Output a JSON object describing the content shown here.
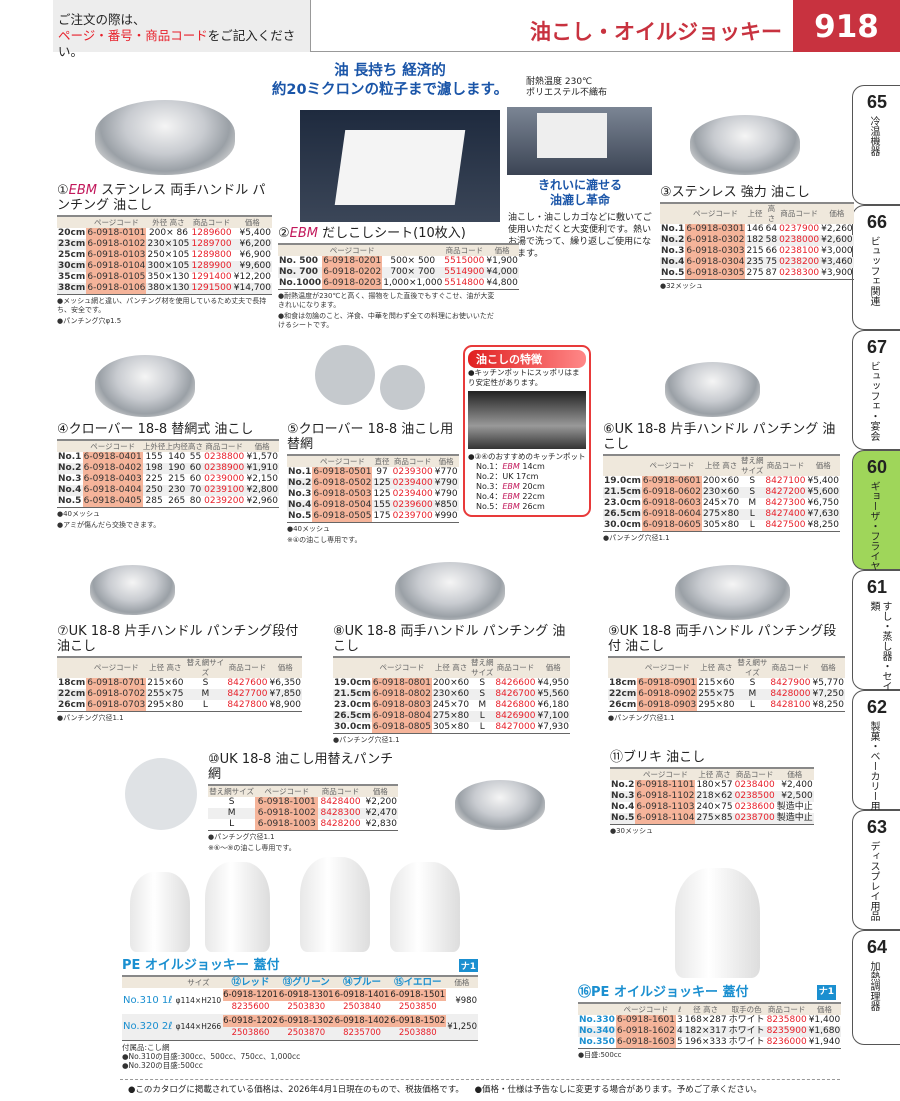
{
  "header": {
    "note_line1": "ご注文の際は、",
    "note_red": "ページ・番号・商品コード",
    "note_tail": "をご記入ください。",
    "title": "油こし・オイルジョッキー",
    "page_number": "918"
  },
  "side_tabs": [
    {
      "num": "65",
      "label": "冷温機器"
    },
    {
      "num": "66",
      "label": "ビュッフェ関連"
    },
    {
      "num": "67",
      "label": "ビュッフェ・宴会"
    },
    {
      "num": "60",
      "label": "ギョーザ・フライヤー"
    },
    {
      "num": "61",
      "label": "すし・蒸し器・セイロ類"
    },
    {
      "num": "62",
      "label": "製菓・ベーカリー用品"
    },
    {
      "num": "63",
      "label": "ディスプレイ用品"
    },
    {
      "num": "64",
      "label": "加熱調理器"
    }
  ],
  "active_tab": "60",
  "promo": {
    "headline1": "油 長持ち 経済的",
    "headline2": "約20ミクロンの粒子まで濾します。",
    "spec1": "耐熱温度 230℃",
    "spec2": "ポリエステル不織布",
    "caption1": "きれいに漉せる",
    "caption2": "油漉し革命",
    "body": "油こし・油こしカゴなどに敷いてご使用いただくと大変便利です。熱いお湯で洗って、繰り返しご使用になれます。"
  },
  "feature": {
    "title": "油こしの特徴",
    "text1": "●キッチンポットにスッポリはまり安定性があります。",
    "text2": "●③④のおすすめのキッチンポット",
    "items": [
      {
        "no": "No.1：",
        "brand": "EBM",
        "size": "14cm"
      },
      {
        "no": "No.2：",
        "brand": "",
        "size": "UK 17cm"
      },
      {
        "no": "No.3：",
        "brand": "EBM",
        "size": "20cm"
      },
      {
        "no": "No.4：",
        "brand": "EBM",
        "size": "22cm"
      },
      {
        "no": "No.5：",
        "brand": "EBM",
        "size": "26cm"
      }
    ]
  },
  "sections": [
    {
      "id": "s1",
      "num": "①",
      "brand": "EBM",
      "title": "ステンレス 両手ハンドル パンチング 油こし",
      "columns": [
        "",
        "ページコード",
        "外径 高さ",
        "商品コード",
        "価格"
      ],
      "rows": [
        [
          "20cm",
          "6-0918-0101",
          "200× 86",
          "1289600",
          "¥5,400"
        ],
        [
          "23cm",
          "6-0918-0102",
          "230×105",
          "1289700",
          "¥6,200"
        ],
        [
          "25cm",
          "6-0918-0103",
          "250×105",
          "1289800",
          "¥6,900"
        ],
        [
          "30cm",
          "6-0918-0104",
          "300×105",
          "1289900",
          "¥9,600"
        ],
        [
          "35cm",
          "6-0918-0105",
          "350×130",
          "1291400",
          "¥12,200"
        ],
        [
          "38cm",
          "6-0918-0106",
          "380×130",
          "1291500",
          "¥14,700"
        ]
      ],
      "notes": [
        "●メッシュ網と違い、パンチング材を使用しているため丈夫で長持ち、安全です。",
        "●パンチング穴φ1.5"
      ]
    },
    {
      "id": "s2",
      "num": "②",
      "brand": "EBM",
      "title": "だしこしシート(10枚入)",
      "columns": [
        "",
        "ページコード",
        "",
        "商品コード",
        "価格"
      ],
      "rows": [
        [
          "No. 500",
          "6-0918-0201",
          "500× 500",
          "5515000",
          "¥1,900"
        ],
        [
          "No. 700",
          "6-0918-0202",
          "700× 700",
          "5514900",
          "¥4,000"
        ],
        [
          "No.1000",
          "6-0918-0203",
          "1,000×1,000",
          "5514800",
          "¥4,800"
        ]
      ],
      "notes": [
        "●耐熱温度が230℃と高く、揚物をした直後でもすぐこせ、油が大変きれいになります。",
        "●和食は勿論のこと、洋食、中華を問わず全ての料理にお使いいただけるシートです。"
      ]
    },
    {
      "id": "s3",
      "num": "③",
      "brand": "",
      "title": "ステンレス 強力 油こし",
      "columns": [
        "",
        "ページコード",
        "上径",
        "高さ",
        "商品コード",
        "価格"
      ],
      "rows": [
        [
          "No.1",
          "6-0918-0301",
          "146",
          "64",
          "0237900",
          "¥2,260"
        ],
        [
          "No.2",
          "6-0918-0302",
          "182",
          "58",
          "0238000",
          "¥2,600"
        ],
        [
          "No.3",
          "6-0918-0303",
          "215",
          "66",
          "0238100",
          "¥3,000"
        ],
        [
          "No.4",
          "6-0918-0304",
          "235",
          "75",
          "0238200",
          "¥3,460"
        ],
        [
          "No.5",
          "6-0918-0305",
          "275",
          "87",
          "0238300",
          "¥3,900"
        ]
      ],
      "notes": [
        "●32メッシュ"
      ]
    },
    {
      "id": "s4",
      "num": "④",
      "brand": "",
      "title": "クローバー 18-8 替網式 油こし",
      "columns": [
        "",
        "ページコード",
        "上外径",
        "上内径",
        "高さ",
        "商品コード",
        "価格"
      ],
      "rows": [
        [
          "No.1",
          "6-0918-0401",
          "155",
          "140",
          "55",
          "0238800",
          "¥1,570"
        ],
        [
          "No.2",
          "6-0918-0402",
          "198",
          "190",
          "60",
          "0238900",
          "¥1,910"
        ],
        [
          "No.3",
          "6-0918-0403",
          "225",
          "215",
          "60",
          "0239000",
          "¥2,150"
        ],
        [
          "No.4",
          "6-0918-0404",
          "250",
          "230",
          "70",
          "0239100",
          "¥2,800"
        ],
        [
          "No.5",
          "6-0918-0405",
          "285",
          "265",
          "80",
          "0239200",
          "¥2,960"
        ]
      ],
      "notes": [
        "●40メッシュ",
        "●アミが傷んだら交換できます。"
      ]
    },
    {
      "id": "s5",
      "num": "⑤",
      "brand": "",
      "title": "クローバー 18-8 油こし用 替網",
      "columns": [
        "",
        "ページコード",
        "直径",
        "商品コード",
        "価格"
      ],
      "rows": [
        [
          "No.1",
          "6-0918-0501",
          "97",
          "0239300",
          "¥770"
        ],
        [
          "No.2",
          "6-0918-0502",
          "125",
          "0239400",
          "¥790"
        ],
        [
          "No.3",
          "6-0918-0503",
          "125",
          "0239400",
          "¥790"
        ],
        [
          "No.4",
          "6-0918-0504",
          "155",
          "0239600",
          "¥850"
        ],
        [
          "No.5",
          "6-0918-0505",
          "175",
          "0239700",
          "¥990"
        ]
      ],
      "notes": [
        "●40メッシュ",
        "※④の油こし専用です。"
      ]
    },
    {
      "id": "s6",
      "num": "⑥",
      "brand": "",
      "title": "UK 18-8 片手ハンドル パンチング 油こし",
      "columns": [
        "",
        "ページコード",
        "上径 高さ",
        "替え網サイズ",
        "商品コード",
        "価格"
      ],
      "rows": [
        [
          "19.0cm",
          "6-0918-0601",
          "200×60",
          "S",
          "8427100",
          "¥5,400"
        ],
        [
          "21.5cm",
          "6-0918-0602",
          "230×60",
          "S",
          "8427200",
          "¥5,600"
        ],
        [
          "23.0cm",
          "6-0918-0603",
          "245×70",
          "M",
          "8427300",
          "¥6,750"
        ],
        [
          "26.5cm",
          "6-0918-0604",
          "275×80",
          "L",
          "8427400",
          "¥7,630"
        ],
        [
          "30.0cm",
          "6-0918-0605",
          "305×80",
          "L",
          "8427500",
          "¥8,250"
        ]
      ],
      "notes": [
        "●パンチング穴径1.1"
      ]
    },
    {
      "id": "s7",
      "num": "⑦",
      "brand": "",
      "title": "UK 18-8 片手ハンドル パンチング段付 油こし",
      "columns": [
        "",
        "ページコード",
        "上径 高さ",
        "替え網サイズ",
        "商品コード",
        "価格"
      ],
      "rows": [
        [
          "18cm",
          "6-0918-0701",
          "215×60",
          "S",
          "8427600",
          "¥6,350"
        ],
        [
          "22cm",
          "6-0918-0702",
          "255×75",
          "M",
          "8427700",
          "¥7,850"
        ],
        [
          "26cm",
          "6-0918-0703",
          "295×80",
          "L",
          "8427800",
          "¥8,900"
        ]
      ],
      "notes": [
        "●パンチング穴径1.1"
      ]
    },
    {
      "id": "s8",
      "num": "⑧",
      "brand": "",
      "title": "UK 18-8 両手ハンドル パンチング 油こし",
      "columns": [
        "",
        "ページコード",
        "上径 高さ",
        "替え網サイズ",
        "商品コード",
        "価格"
      ],
      "rows": [
        [
          "19.0cm",
          "6-0918-0801",
          "200×60",
          "S",
          "8426600",
          "¥4,950"
        ],
        [
          "21.5cm",
          "6-0918-0802",
          "230×60",
          "S",
          "8426700",
          "¥5,560"
        ],
        [
          "23.0cm",
          "6-0918-0803",
          "245×70",
          "M",
          "8426800",
          "¥6,180"
        ],
        [
          "26.5cm",
          "6-0918-0804",
          "275×80",
          "L",
          "8426900",
          "¥7,100"
        ],
        [
          "30.0cm",
          "6-0918-0805",
          "305×80",
          "L",
          "8427000",
          "¥7,930"
        ]
      ],
      "notes": [
        "●パンチング穴径1.1"
      ]
    },
    {
      "id": "s9",
      "num": "⑨",
      "brand": "",
      "title": "UK 18-8 両手ハンドル パンチング段付 油こし",
      "columns": [
        "",
        "ページコード",
        "上径 高さ",
        "替え網サイズ",
        "商品コード",
        "価格"
      ],
      "rows": [
        [
          "18cm",
          "6-0918-0901",
          "215×60",
          "S",
          "8427900",
          "¥5,770"
        ],
        [
          "22cm",
          "6-0918-0902",
          "255×75",
          "M",
          "8428000",
          "¥7,250"
        ],
        [
          "26cm",
          "6-0918-0903",
          "295×80",
          "L",
          "8428100",
          "¥8,250"
        ]
      ],
      "notes": [
        "●パンチング穴径1.1"
      ]
    },
    {
      "id": "s10",
      "num": "⑩",
      "brand": "",
      "title": "UK 18-8 油こし用替えパンチ網",
      "columns": [
        "替え網サイズ",
        "ページコード",
        "商品コード",
        "価格"
      ],
      "rows": [
        [
          "S",
          "6-0918-1001",
          "8428400",
          "¥2,200"
        ],
        [
          "M",
          "6-0918-1002",
          "8428300",
          "¥2,470"
        ],
        [
          "L",
          "6-0918-1003",
          "8428200",
          "¥2,830"
        ]
      ],
      "notes": [
        "●パンチング穴径1.1",
        "※⑥～⑨の油こし専用です。"
      ]
    },
    {
      "id": "s11",
      "num": "⑪",
      "brand": "",
      "title": "ブリキ 油こし",
      "columns": [
        "",
        "ページコード",
        "上径 高さ",
        "商品コード",
        "価格"
      ],
      "rows": [
        [
          "No.2",
          "6-0918-1101",
          "180×57",
          "0238400",
          "¥2,400"
        ],
        [
          "No.3",
          "6-0918-1102",
          "218×62",
          "0238500",
          "¥2,500"
        ],
        [
          "No.4",
          "6-0918-1103",
          "240×75",
          "0238600",
          "製造中止"
        ],
        [
          "No.5",
          "6-0918-1104",
          "275×85",
          "0238700",
          "製造中止"
        ]
      ],
      "notes": [
        "●30メッシュ"
      ]
    },
    {
      "id": "s16",
      "num": "⑯",
      "brand": "",
      "title": "PE オイルジョッキー 蓋付",
      "columns": [
        "",
        "ページコード",
        "ℓ",
        "径 高さ",
        "取手の色",
        "商品コード",
        "価格"
      ],
      "rows": [
        [
          "No.330",
          "6-0918-1601",
          "3",
          "168×287",
          "ホワイト",
          "8235800",
          "¥1,400"
        ],
        [
          "No.340",
          "6-0918-1602",
          "4",
          "182×317",
          "ホワイト",
          "8235900",
          "¥1,680"
        ],
        [
          "No.350",
          "6-0918-1603",
          "5",
          "196×333",
          "ホワイト",
          "8236000",
          "¥1,940"
        ]
      ],
      "notes": [
        "●目盛:500cc"
      ]
    }
  ],
  "jugs": {
    "title": "PE オイルジョッキー 蓋付",
    "badge": "ナ1",
    "badge16": "ナ1",
    "columns": [
      "",
      "サイズ",
      "⑫レッド",
      "⑬グリーン",
      "⑭ブルー",
      "⑮イエロー",
      "価格"
    ],
    "rows": [
      {
        "name": "No.310 1ℓ",
        "size": "φ114×H210",
        "codes": [
          [
            "6-0918-1201",
            "8235600"
          ],
          [
            "6-0918-1301",
            "2503830"
          ],
          [
            "6-0918-1401",
            "2503840"
          ],
          [
            "6-0918-1501",
            "2503850"
          ]
        ],
        "price": "¥980"
      },
      {
        "name": "No.320 2ℓ",
        "size": "φ144×H266",
        "codes": [
          [
            "6-0918-1202",
            "2503860"
          ],
          [
            "6-0918-1302",
            "2503870"
          ],
          [
            "6-0918-1402",
            "8235700"
          ],
          [
            "6-0918-1502",
            "2503880"
          ]
        ],
        "price": "¥1,250"
      }
    ],
    "notes": [
      "付属品:こし網",
      "●No.310の目盛:300cc、500cc、750cc、1,000cc",
      "●No.320の目盛:500cc"
    ]
  },
  "footer": {
    "left": "●このカタログに掲載されている価格は、2026年4月1日現在のもので、税抜価格です。",
    "right": "●価格・仕様は予告なしに変更する場合があります。予めご了承ください。"
  },
  "colors": {
    "brand_red": "#c8323f",
    "code_bg": "#f5b49a",
    "product_code": "#e8202a",
    "active_tab": "#9fd65a",
    "blue": "#1a55a8"
  }
}
